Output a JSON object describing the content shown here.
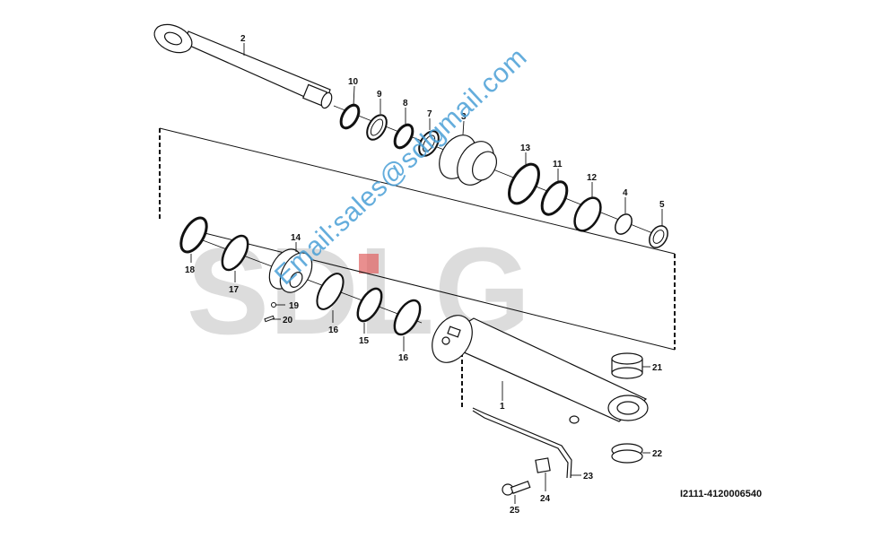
{
  "watermark": {
    "brand": "SDLG",
    "email": "Email:sales@sdlgmail.com",
    "colors": {
      "brand_gray": "#dcdcdc",
      "brand_red": "#e06060",
      "email_blue": "#4a9fd6"
    }
  },
  "drawing_id": "I2111-4120006540",
  "callouts": [
    "2",
    "10",
    "9",
    "8",
    "7",
    "3",
    "13",
    "11",
    "12",
    "4",
    "5",
    "14",
    "18",
    "17",
    "19",
    "20",
    "16",
    "15",
    "16",
    "1",
    "21",
    "22",
    "23",
    "24",
    "25"
  ]
}
